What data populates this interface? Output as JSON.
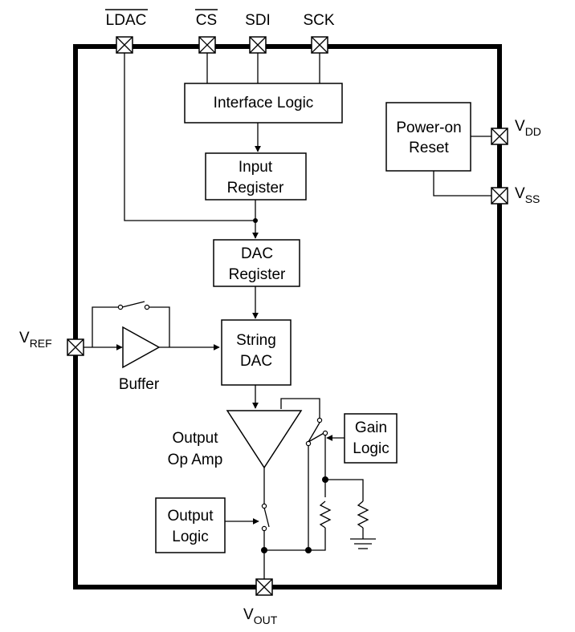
{
  "pins": {
    "ldac": "LDAC",
    "cs": "CS",
    "sdi": "SDI",
    "sck": "SCK",
    "vdd_main": "V",
    "vdd_sub": "DD",
    "vss_main": "V",
    "vss_sub": "SS",
    "vref_main": "V",
    "vref_sub": "REF",
    "vout_main": "V",
    "vout_sub": "OUT"
  },
  "blocks": {
    "interface_logic": "Interface Logic",
    "input_register_l1": "Input",
    "input_register_l2": "Register",
    "dac_register_l1": "DAC",
    "dac_register_l2": "Register",
    "string_dac_l1": "String",
    "string_dac_l2": "DAC",
    "power_on_reset_l1": "Power-on",
    "power_on_reset_l2": "Reset",
    "gain_logic_l1": "Gain",
    "gain_logic_l2": "Logic",
    "output_logic_l1": "Output",
    "output_logic_l2": "Logic"
  },
  "labels": {
    "buffer": "Buffer",
    "output_op_amp_l1": "Output",
    "output_op_amp_l2": "Op Amp"
  }
}
